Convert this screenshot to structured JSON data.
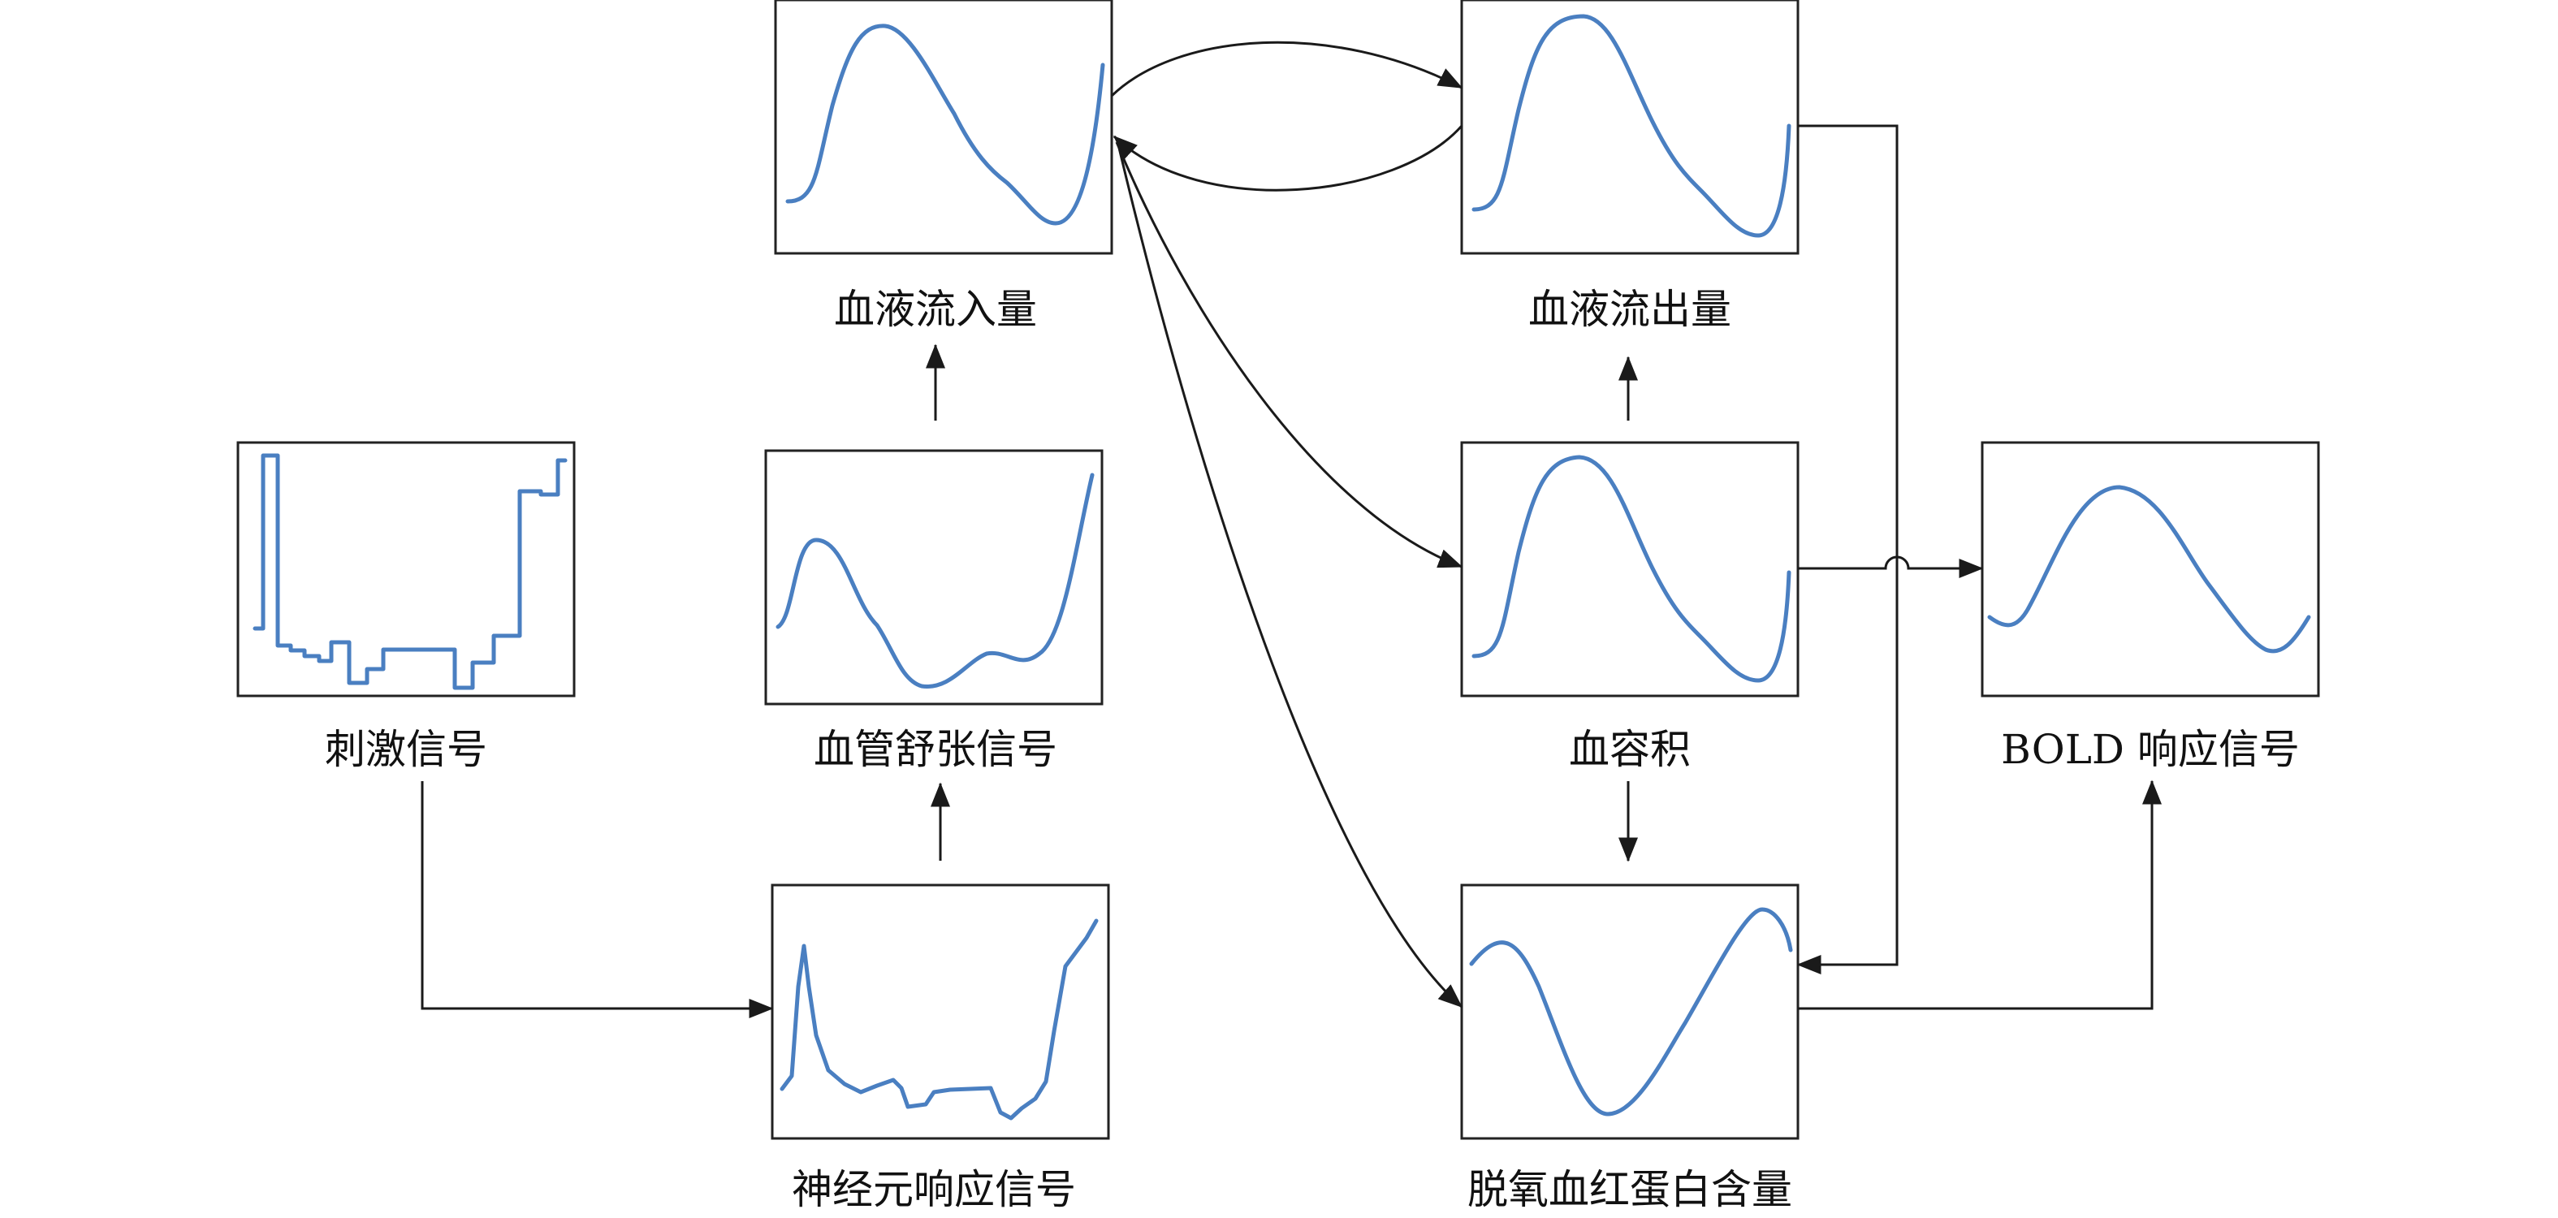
{
  "colors": {
    "curve": "#4a7fc1",
    "line": "#1a1a1a",
    "box_border": "#222222"
  },
  "nodes": {
    "stimulus": {
      "label": "刺激信号",
      "icon": "step-waveform"
    },
    "neural": {
      "label": "神经元响应信号",
      "icon": "spike-waveform"
    },
    "vasodilation": {
      "label": "血管舒张信号",
      "icon": "wave-waveform"
    },
    "inflow": {
      "label": "血液流入量",
      "icon": "peak-waveform"
    },
    "outflow": {
      "label": "血液流出量",
      "icon": "peak-waveform"
    },
    "volume": {
      "label": "血容积",
      "icon": "peak-waveform"
    },
    "deoxy": {
      "label": "脱氧血红蛋白含量",
      "icon": "dip-waveform"
    },
    "bold": {
      "label": "BOLD 响应信号",
      "icon": "bell-waveform"
    }
  },
  "edges": [
    {
      "from": "刺激信号",
      "to": "神经元响应信号"
    },
    {
      "from": "神经元响应信号",
      "to": "血管舒张信号"
    },
    {
      "from": "血管舒张信号",
      "to": "血液流入量"
    },
    {
      "from": "血液流入量",
      "to": "血液流出量"
    },
    {
      "from": "血液流出量",
      "to": "血液流入量"
    },
    {
      "from": "血液流入量",
      "to": "血容积"
    },
    {
      "from": "血液流入量",
      "to": "脱氧血红蛋白含量"
    },
    {
      "from": "血容积",
      "to": "血液流出量"
    },
    {
      "from": "血容积",
      "to": "脱氧血红蛋白含量"
    },
    {
      "from": "血液流出量",
      "to": "脱氧血红蛋白含量"
    },
    {
      "from": "血容积",
      "to": "BOLD 响应信号"
    },
    {
      "from": "脱氧血红蛋白含量",
      "to": "BOLD 响应信号"
    }
  ]
}
